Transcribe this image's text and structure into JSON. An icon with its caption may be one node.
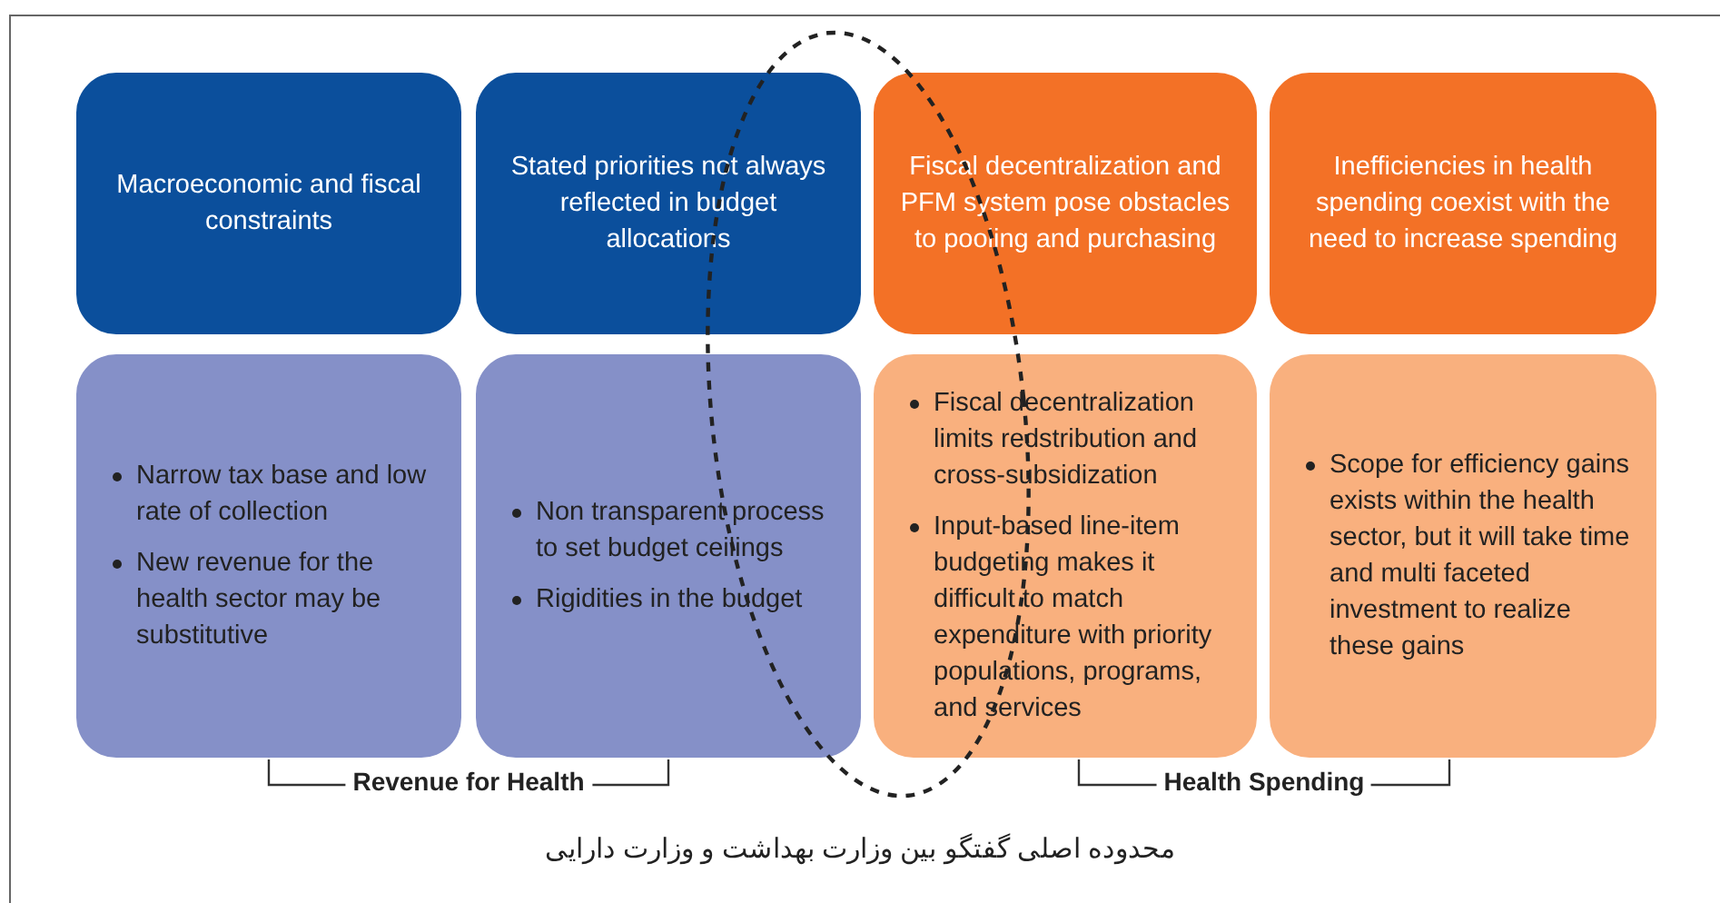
{
  "diagram": {
    "caption": "محدوده اصلی گفتگو بین وزارت بهداشت و وزارت دارایی",
    "nodes": [
      {
        "text": [
          "Macroeconomic and fiscal constraints"
        ]
      },
      {
        "text": [
          "Stated priorities not always reflected in budget allocations"
        ]
      },
      {
        "text": [
          "Fiscal decentralization and PFM system pose obstacles to pooling and purchasing"
        ]
      },
      {
        "text": [
          "Inefficiencies in health spending coexist with the need to increase spending"
        ]
      },
      {
        "text": [
          "Narrow tax base and low rate of collection",
          "New revenue for the health sector may be substitutive"
        ]
      },
      {
        "text": [
          "Non transparent process to set budget ceilings",
          "Rigidities in the budget"
        ]
      },
      {
        "text": [
          "Fiscal decentralization limits redstribution and cross-subsidization",
          "Input-based line-item budgeting makes it difficult to match expenditure with priority populations, programs, and services"
        ]
      },
      {
        "text": [
          "Scope for efficiency gains exists within the health sector, but it will take time and multi faceted investment to realize these gains"
        ]
      },
      {
        "text": [],
        "shape": "ellipse"
      }
    ],
    "labels": [
      "Revenue for Health",
      "Health Spending"
    ]
  }
}
